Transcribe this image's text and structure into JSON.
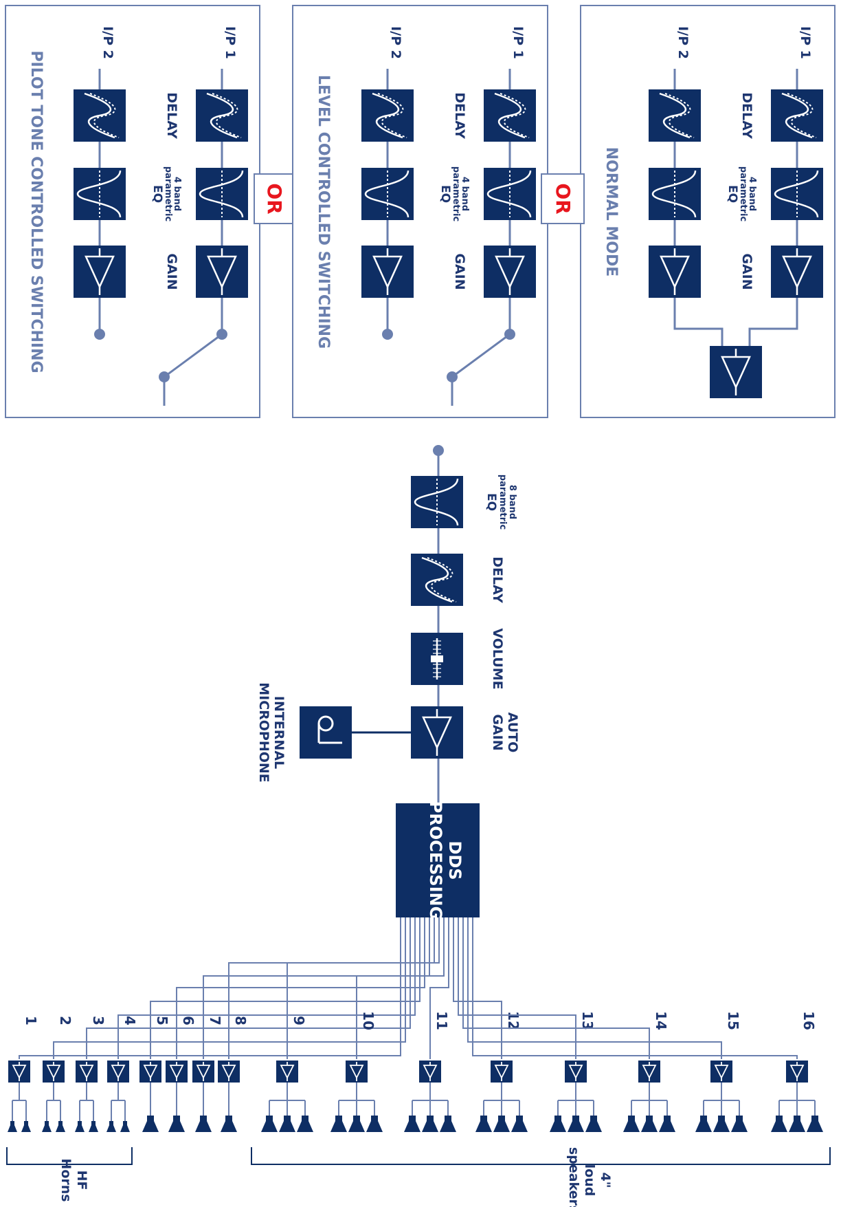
{
  "colors": {
    "block": "#0e2e64",
    "line": "#6a7fae",
    "or_text": "#e8161e",
    "text": "#1e3670",
    "mode_text": "#6a7fae"
  },
  "modes": [
    {
      "id": "normal",
      "title": "NORMAL MODE"
    },
    {
      "id": "level",
      "title": "LEVEL CONTROLLED SWITCHING"
    },
    {
      "id": "pilot",
      "title": "PILOT TONE CONTROLLED SWITCHING"
    }
  ],
  "or_label": "OR",
  "inputs": {
    "ip1": "I/P 1",
    "ip2": "I/P 2"
  },
  "blocks": {
    "delay": "DELAY",
    "eq4_line1": "4 band",
    "eq4_line2": "parametric",
    "eq4_line3": "EQ",
    "gain": "GAIN",
    "eq8_line1": "8 band",
    "eq8_line2": "parametric",
    "eq8_line3": "EQ",
    "delay_main": "DELAY",
    "volume": "VOLUME",
    "auto_gain_line1": "AUTO",
    "auto_gain_line2": "GAIN",
    "mic_line1": "INTERNAL",
    "mic_line2": "MICROPHONE",
    "dds_line1": "DDS",
    "dds_line2": "PROCESSING"
  },
  "channels": [
    "1",
    "2",
    "3",
    "4",
    "5",
    "6",
    "7",
    "8",
    "9",
    "10",
    "11",
    "12",
    "13",
    "14",
    "15",
    "16"
  ],
  "groups": {
    "hf_line1": "HF",
    "hf_line2": "Horns",
    "ls_line1": "4\"",
    "ls_line2": "loud",
    "ls_line3": "speakers"
  }
}
